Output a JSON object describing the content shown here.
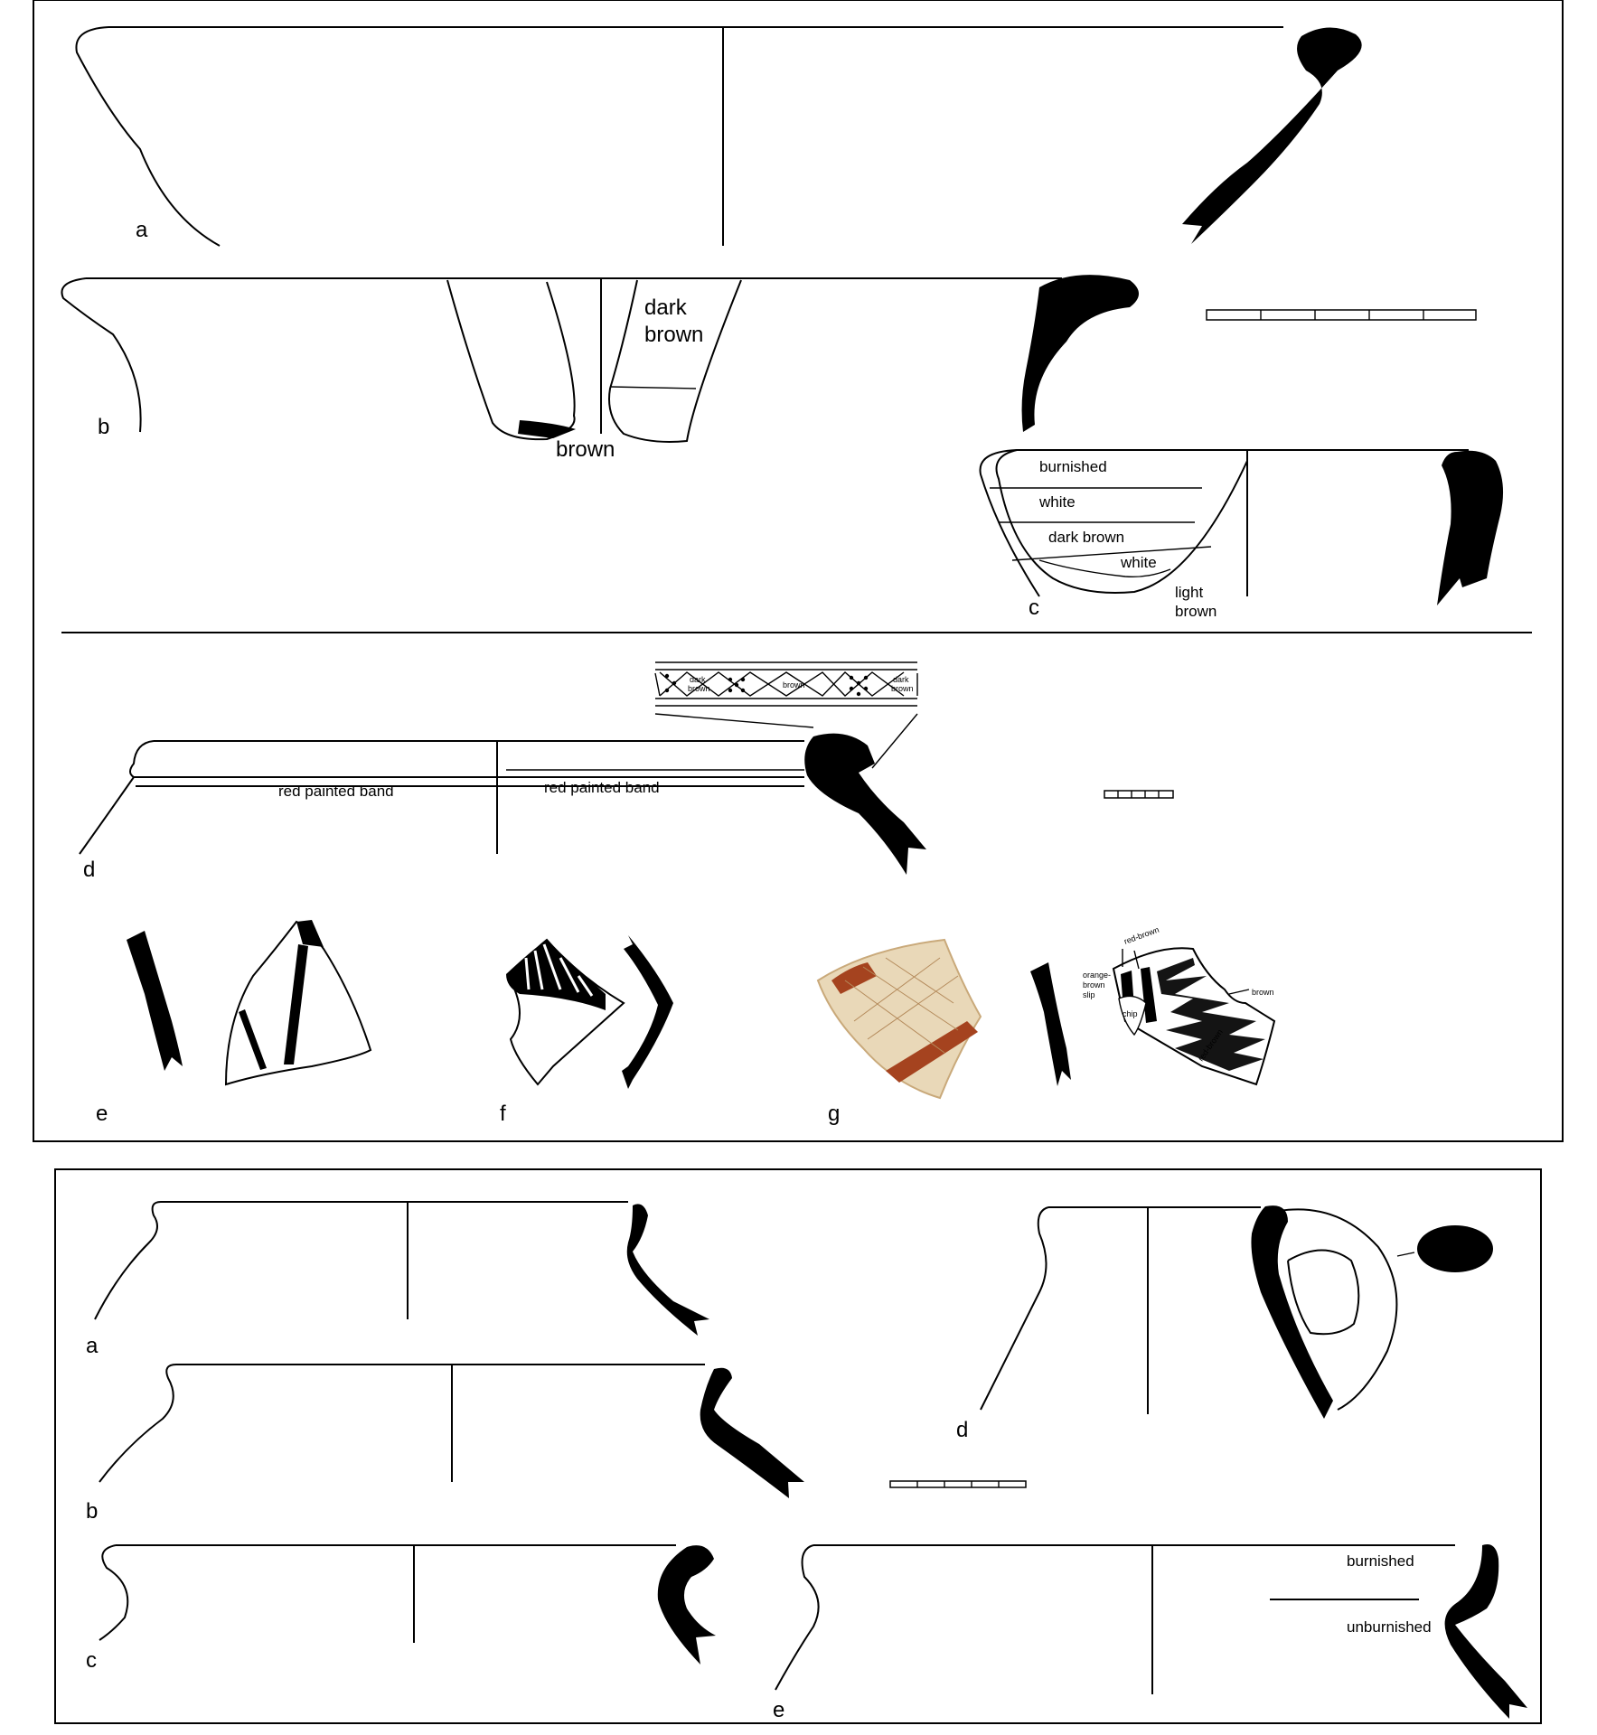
{
  "plate1": {
    "labels": {
      "a": "a",
      "b": "b",
      "c": "c",
      "d": "d",
      "e": "e",
      "f": "f",
      "g": "g"
    },
    "b_notes": {
      "dark_brown_line1": "dark",
      "dark_brown_line2": "brown",
      "brown": "brown"
    },
    "c_notes": {
      "burnished": "burnished",
      "white1": "white",
      "dark_brown": "dark brown",
      "white2": "white",
      "light_brown_line1": "light",
      "light_brown_line2": "brown"
    },
    "d_notes": {
      "red_band_left": "red painted band",
      "red_band_right": "red painted band",
      "band_dark_brown_1a": "dark",
      "band_dark_brown_1b": "brown",
      "band_brown": "brown",
      "band_dark_brown_2a": "dark",
      "band_dark_brown_2b": "brown"
    },
    "g_notes": {
      "red_brown_top": "red-brown",
      "orange_brown_1": "orange-",
      "orange_brown_2": "brown",
      "orange_brown_3": "slip",
      "chip": "chip",
      "brown": "brown",
      "red_brown_diag": "red-brown"
    }
  },
  "plate2": {
    "labels": {
      "a": "a",
      "b": "b",
      "c": "c",
      "d": "d",
      "e": "e"
    },
    "e_notes": {
      "burnished": "burnished",
      "unburnished": "unburnished"
    }
  },
  "colors": {
    "ink": "#000000",
    "paper": "#ffffff",
    "sherd_light": "#e9d8b8",
    "sherd_red": "#a5431f"
  }
}
